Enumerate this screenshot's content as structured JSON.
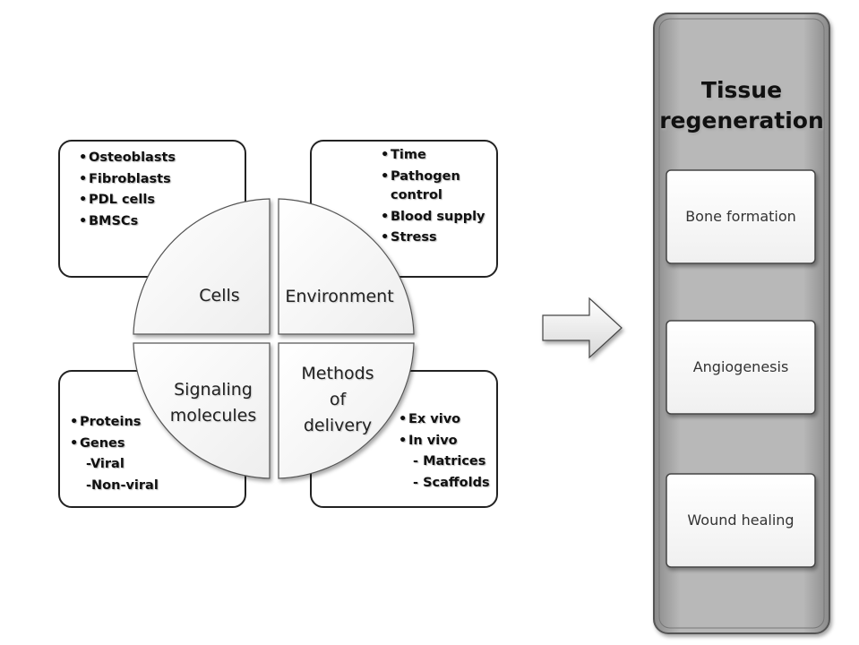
{
  "quadrants": {
    "cells": {
      "label": "Cells",
      "items": [
        "Osteoblasts",
        "Fibroblasts",
        "PDL cells",
        "BMSCs"
      ]
    },
    "environment": {
      "label": "Environment",
      "items": [
        "Time",
        "Pathogen control",
        "Blood supply",
        "Stress"
      ]
    },
    "signaling": {
      "label_line1": "Signaling",
      "label_line2": "molecules",
      "items": [
        "Proteins",
        "Genes"
      ],
      "subitems": [
        "-Viral",
        "-Non-viral"
      ]
    },
    "delivery": {
      "label_line1": "Methods",
      "label_line2": "of",
      "label_line3": "delivery",
      "items": [
        "Ex vivo",
        "In vivo"
      ],
      "subitems": [
        "- Matrices",
        "- Scaffolds"
      ]
    }
  },
  "outcome": {
    "title_line1": "Tissue",
    "title_line2": "regeneration",
    "items": [
      "Bone formation",
      "Angiogenesis",
      "Wound healing"
    ]
  },
  "bullet_glyph": "•"
}
